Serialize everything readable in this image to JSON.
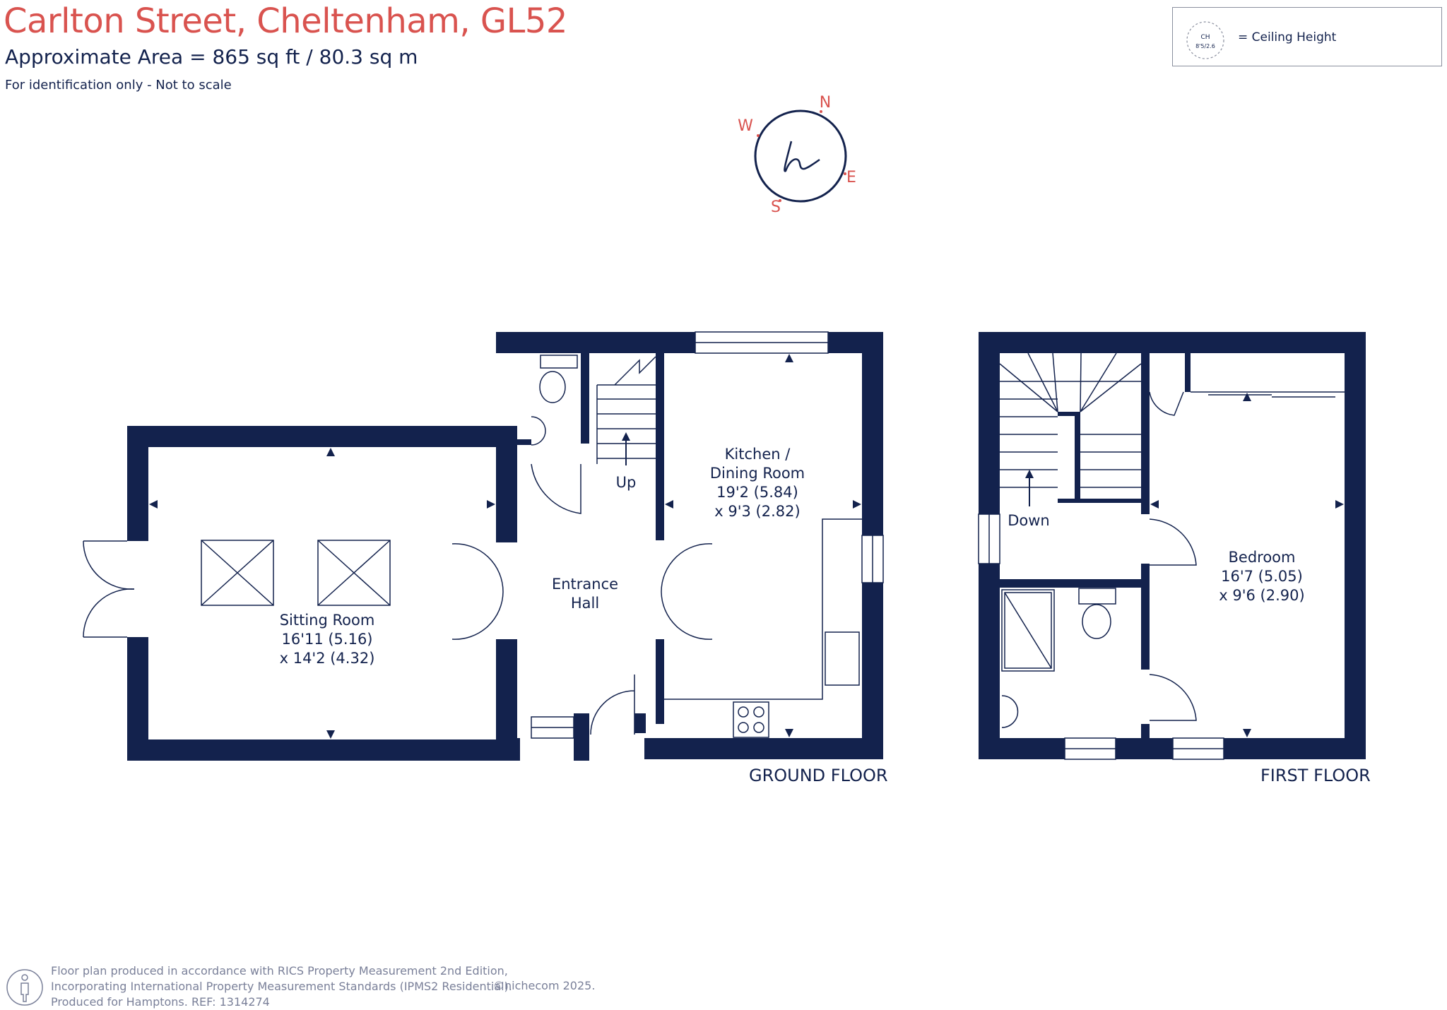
{
  "header": {
    "title": "Carlton Street, Cheltenham, GL52",
    "area": "Approximate Area = 865  sq ft / 80.3  sq m",
    "note": "For identification only - Not to scale"
  },
  "legend": {
    "symbol_top": "CH",
    "symbol_bottom": "8'5/2.6",
    "label": "= Ceiling Height"
  },
  "compass": {
    "n": "N",
    "e": "E",
    "s": "S",
    "w": "W"
  },
  "ground_floor": {
    "label": "GROUND FLOOR",
    "rooms": {
      "sitting": {
        "name": "Sitting Room",
        "dim1": "16'11 (5.16)",
        "dim2": "x 14'2 (4.32)"
      },
      "entrance": {
        "name1": "Entrance",
        "name2": "Hall"
      },
      "kitchen": {
        "name1": "Kitchen /",
        "name2": "Dining Room",
        "dim1": "19'2 (5.84)",
        "dim2": "x 9'3 (2.82)"
      },
      "stairs": "Up"
    }
  },
  "first_floor": {
    "label": "FIRST FLOOR",
    "rooms": {
      "bedroom": {
        "name": "Bedroom",
        "dim1": "16'7 (5.05)",
        "dim2": "x 9'6 (2.90)"
      },
      "stairs": "Down"
    }
  },
  "footer": {
    "line1": "Floor plan produced in accordance with RICS Property Measurement 2nd Edition,",
    "line2": "Incorporating International Property Measurement Standards (IPMS2 Residential).",
    "line3": "Produced for Hamptons.  REF:  1314274",
    "copyright": "©nichecom 2025."
  },
  "colors": {
    "wall": "#13224d",
    "accent": "#d9534f",
    "footer": "#7a8099"
  }
}
